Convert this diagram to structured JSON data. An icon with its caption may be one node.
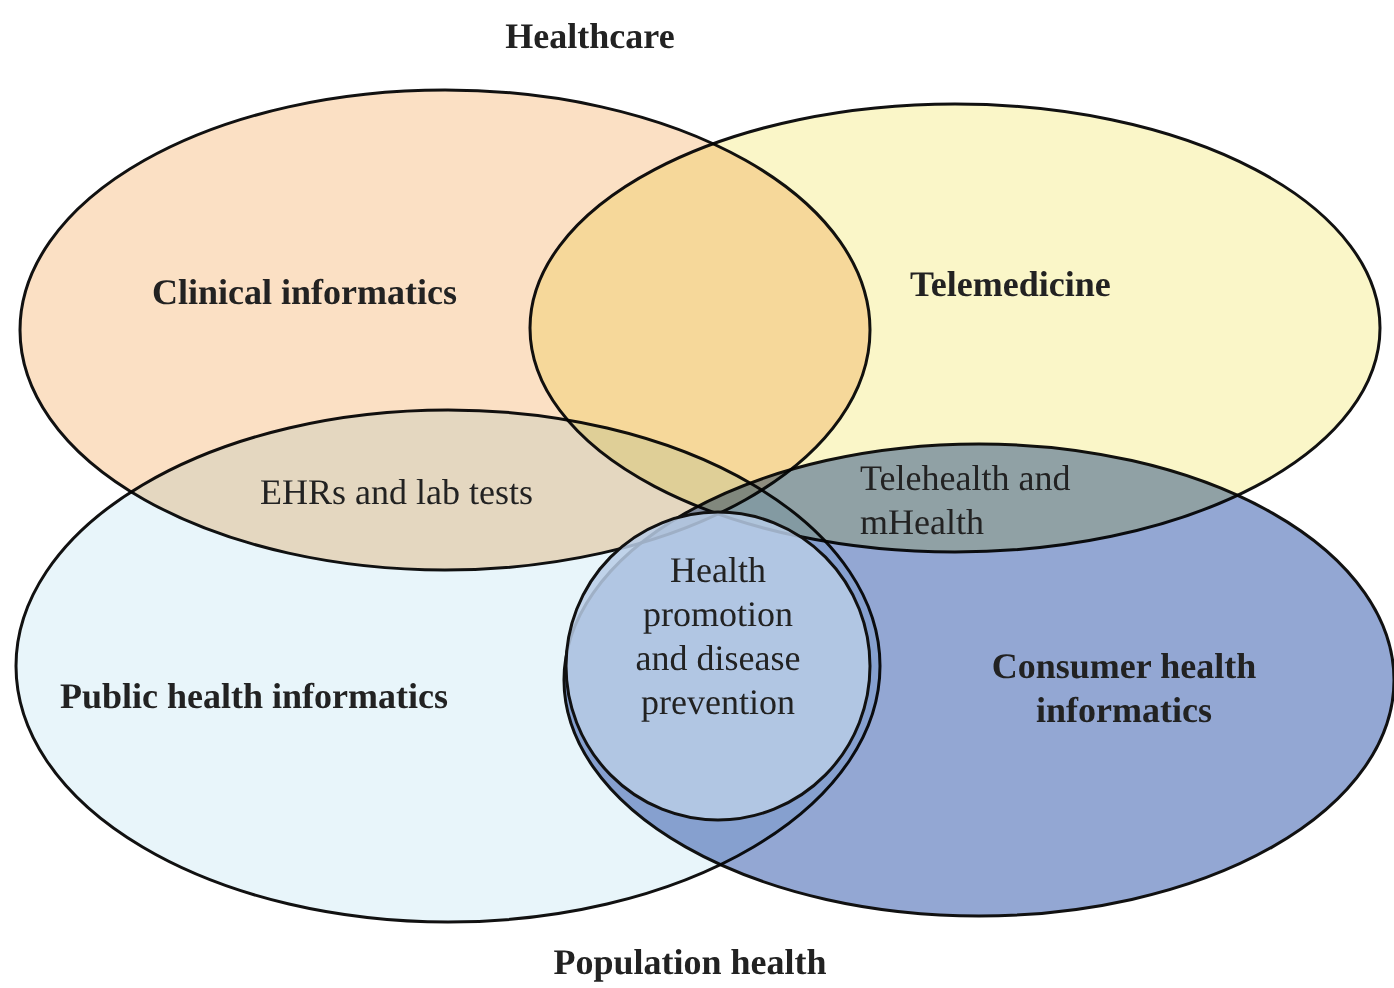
{
  "diagram": {
    "nodes": [
      {
        "text": [
          "Clinical informatics"
        ]
      },
      {
        "text": [
          "Telemedicine"
        ]
      },
      {
        "text": [
          "Public health informatics"
        ]
      },
      {
        "text": [
          "Consumer health informatics"
        ]
      },
      {
        "text": [
          "Health promotion and disease prevention"
        ]
      }
    ],
    "edges": [],
    "labels": [
      "Healthcare",
      "EHRs and lab tests",
      "Telehealth and mHealth",
      "Population health"
    ]
  }
}
